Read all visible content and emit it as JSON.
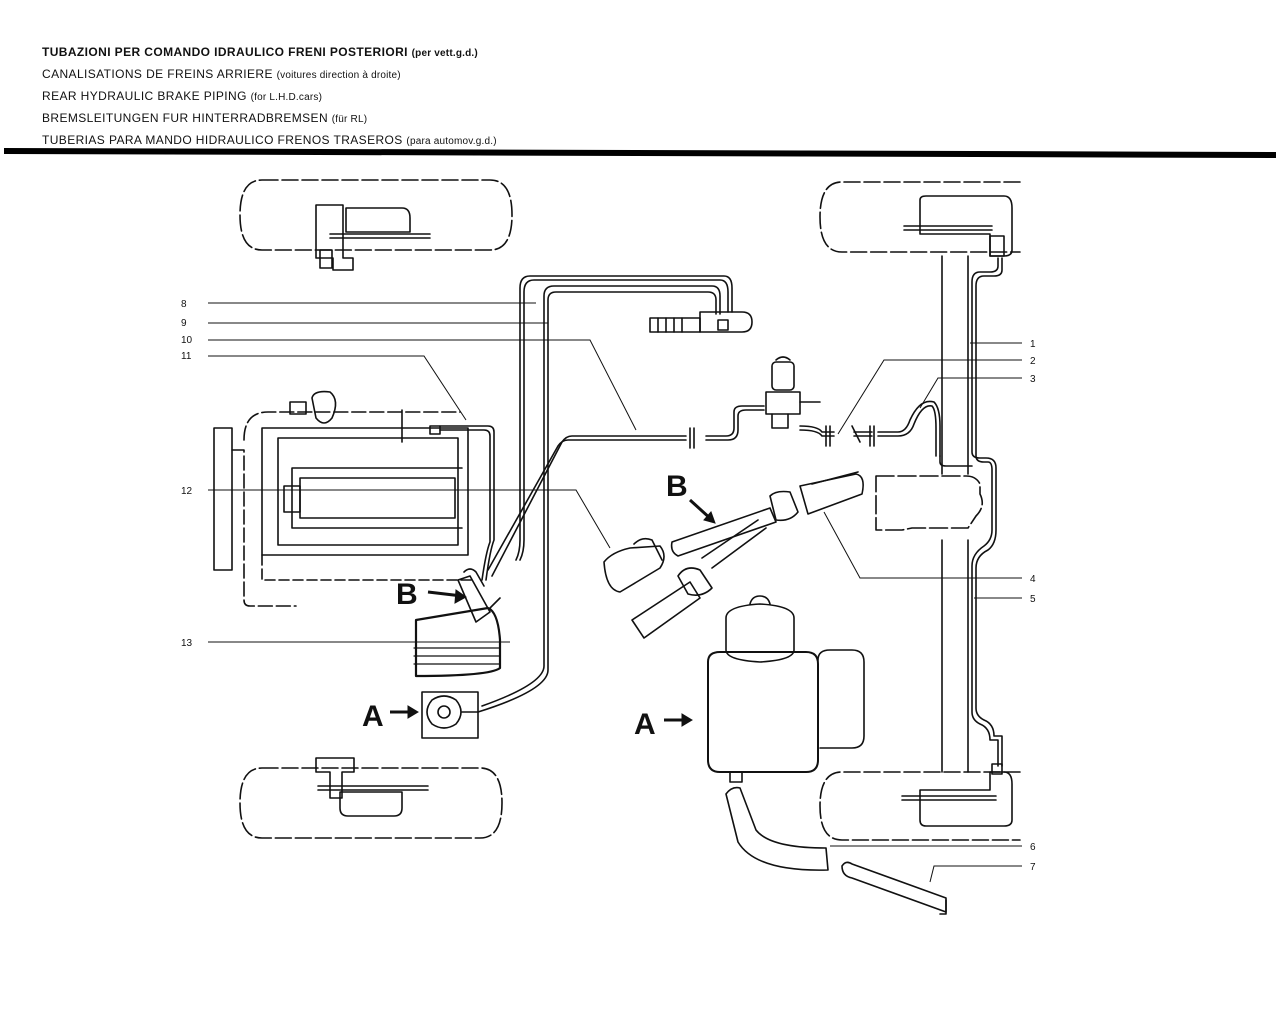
{
  "titles": [
    {
      "main": "TUBAZIONI PER COMANDO IDRAULICO FRENI POSTERIORI",
      "note": "(per vett.g.d.)"
    },
    {
      "main": "CANALISATIONS DE FREINS ARRIERE",
      "note": "(voitures direction à droite)"
    },
    {
      "main": "REAR HYDRAULIC BRAKE PIPING",
      "note": "(for L.H.D.cars)"
    },
    {
      "main": "BREMSLEITUNGEN FUR HINTERRADBREMSEN",
      "note": "(für RL)"
    },
    {
      "main": "TUBERIAS PARA MANDO HIDRAULICO FRENOS TRASEROS",
      "note": "(para automov.g.d.)"
    }
  ],
  "callouts": {
    "c1": "1",
    "c2": "2",
    "c3": "3",
    "c4": "4",
    "c5": "5",
    "c6": "6",
    "c7": "7",
    "c8": "8",
    "c9": "9",
    "c10": "10",
    "c11": "11",
    "c12": "12",
    "c13": "13"
  },
  "detail_labels": {
    "a_left": "A",
    "a_right": "A",
    "b_left": "B",
    "b_right": "B"
  }
}
